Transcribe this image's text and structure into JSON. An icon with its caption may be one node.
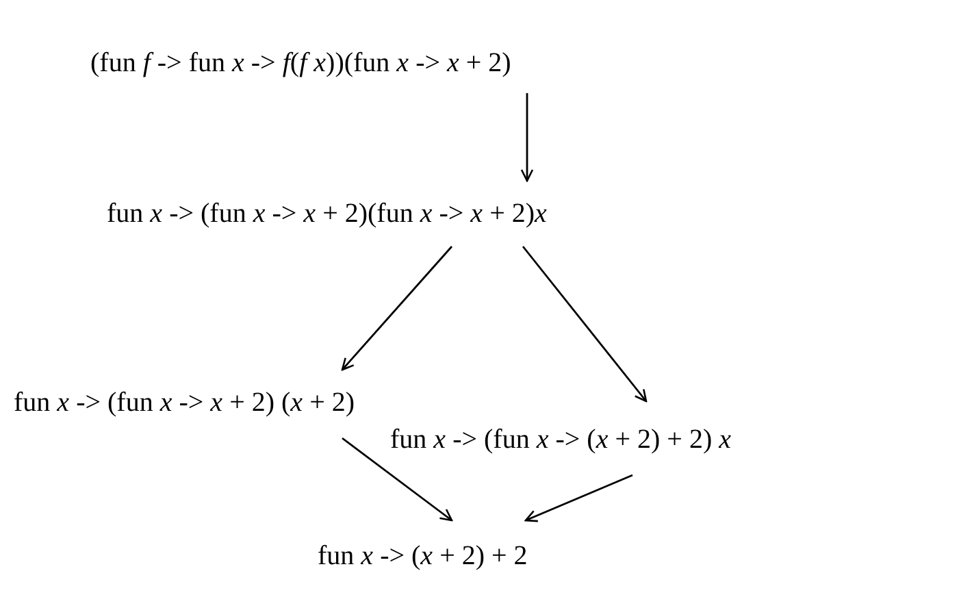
{
  "diagram": {
    "nodes": [
      {
        "text": [
          "(fun *f* -> fun *x* -> *f*(*f* *x*))(fun *x* -> *x* + 2)"
        ]
      },
      {
        "text": [
          "fun *x* -> (fun *x* -> *x* + 2)(fun *x* -> *x* + 2)*x*"
        ]
      },
      {
        "text": [
          "fun *x* -> (fun *x* -> *x* + 2) (*x* + 2)"
        ]
      },
      {
        "text": [
          "fun *x* -> (fun *x* -> (*x* + 2) + 2) *x*"
        ]
      },
      {
        "text": [
          "fun *x* -> (*x* + 2) + 2"
        ]
      }
    ],
    "edges": [
      {
        "from": 0,
        "to": 1,
        "arrow": "to"
      },
      {
        "from": 1,
        "to": 2,
        "arrow": "to"
      },
      {
        "from": 1,
        "to": 3,
        "arrow": "to"
      },
      {
        "from": 2,
        "to": 4,
        "arrow": "to"
      },
      {
        "from": 3,
        "to": 4,
        "arrow": "to"
      }
    ]
  }
}
